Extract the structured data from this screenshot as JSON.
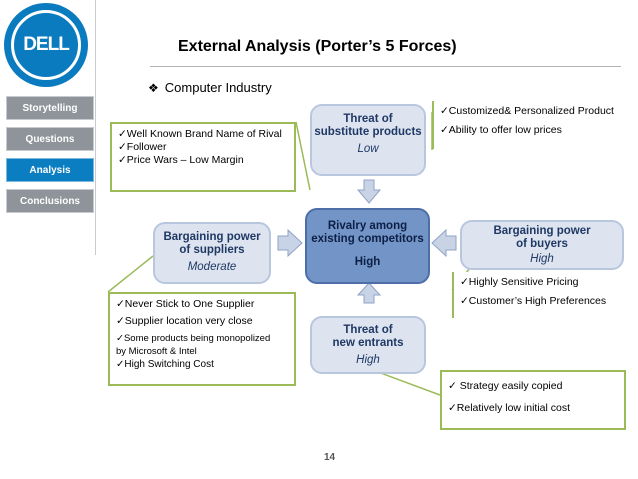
{
  "logo": {
    "text": "DELL",
    "color": "#0a7bbf"
  },
  "sidebar": {
    "items": [
      {
        "label": "Storytelling",
        "active": false
      },
      {
        "label": "Questions",
        "active": false
      },
      {
        "label": "Analysis",
        "active": true
      },
      {
        "label": "Conclusions",
        "active": false
      }
    ]
  },
  "header": {
    "title": "External Analysis (Porter’s 5 Forces)",
    "subtitle": "Computer Industry",
    "subtitle_bullet": "❖"
  },
  "forces": {
    "substitutes": {
      "name_line1": "Threat of",
      "name_line2": "substitute products",
      "level": "Low"
    },
    "suppliers": {
      "name_line1": "Bargaining power",
      "name_line2": "of suppliers",
      "level": "Moderate"
    },
    "rivalry": {
      "name_line1": "Rivalry among",
      "name_line2": "existing competitors",
      "level": "High"
    },
    "buyers": {
      "name_line1": "Bargaining power",
      "name_line2": "of buyers",
      "level": "High"
    },
    "entrants": {
      "name_line1": "Threat of",
      "name_line2": "new entrants",
      "level": "High"
    }
  },
  "notes": {
    "rivalry": [
      "✓Well Known Brand Name of Rival",
      "✓Follower",
      "✓Price Wars – Low Margin"
    ],
    "substitutes": [
      "✓Customized& Personalized Product",
      "✓Ability to offer low prices"
    ],
    "buyers": [
      "✓Highly Sensitive Pricing",
      "✓Customer’s High Preferences"
    ],
    "suppliers": [
      "✓Never Stick to One Supplier",
      "✓Supplier location very close",
      "✓Some products being monopolized",
      "by Microsoft & Intel",
      "✓High Switching Cost"
    ],
    "entrants": [
      "✓ Strategy easily copied",
      "✓Relatively low initial cost"
    ]
  },
  "page_number": "14",
  "colors": {
    "accent_green": "#9bbb59",
    "force_light": "#dde4f0",
    "force_dark": "#7394c7",
    "nav_active": "#0b7ec2",
    "nav_inactive": "#8e9499"
  }
}
